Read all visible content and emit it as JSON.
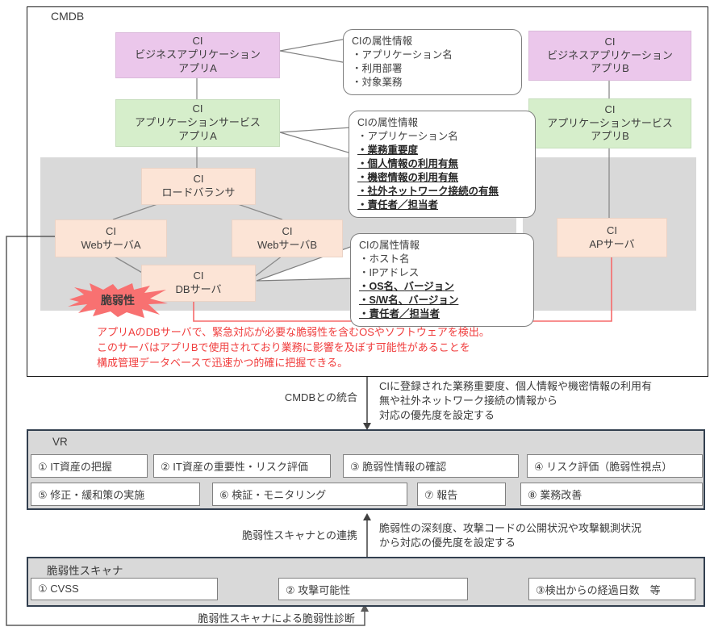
{
  "cmdb": {
    "label": "CMDB",
    "nodes": {
      "biz_app_a": "CI\nビジネスアプリケーション\nアプリA",
      "biz_app_b": "CI\nビジネスアプリケーション\nアプリB",
      "app_svc_a": "CI\nアプリケーションサービス\nアプリA",
      "app_svc_b": "CI\nアプリケーションサービス\nアプリB",
      "load_balancer": "CI\nロードバランサ",
      "web_server_a": "CI\nWebサーバA",
      "web_server_b": "CI\nWebサーバB",
      "db_server": "CI\nDBサーバ",
      "ap_server": "CI\nAPサーバ"
    },
    "callouts": [
      {
        "title": "CIの属性情報",
        "items": [
          "・アプリケーション名",
          "・利用部署",
          "・対象業務"
        ]
      },
      {
        "title": "CIの属性情報",
        "items": [
          "・アプリケーション名",
          "・業務重要度",
          "・個人情報の利用有無",
          "・機密情報の利用有無",
          "・社外ネットワーク接続の有無",
          "・責任者／担当者"
        ]
      },
      {
        "title": "CIの属性情報",
        "items": [
          "・ホスト名",
          "・IPアドレス",
          "・OS名、バージョン",
          "・S/W名、バージョン",
          "・責任者／担当者"
        ]
      }
    ],
    "starburst_label": "脆弱性",
    "alert_text": "アプリAのDBサーバで、緊急対応が必要な脆弱性を含むOSやソフトウェアを検出。\nこのサーバはアプリBで使用されており業務に影響を及ぼす可能性があることを\n構成管理データベースで迅速かつ的確に把握できる。"
  },
  "integration": {
    "label": "CMDBとの統合",
    "description": "CIに登録された業務重要度、個人情報や機密情報の利用有\n無や社外ネットワーク接続の情報から\n対応の優先度を設定する"
  },
  "vr": {
    "label": "VR",
    "items": [
      "① IT資産の把握",
      "② IT資産の重要性・リスク評価",
      "③ 脆弱性情報の確認",
      "④ リスク評価（脆弱性視点）",
      "⑤ 修正・緩和策の実施",
      "⑥ 検証・モニタリング",
      "⑦ 報告",
      "⑧ 業務改善"
    ]
  },
  "scanner_link": {
    "label": "脆弱性スキャナとの連携",
    "description": "脆弱性の深刻度、攻撃コードの公開状況や攻撃観測状況\nから対応の優先度を設定する"
  },
  "scanner": {
    "label": "脆弱性スキャナ",
    "items": [
      "① CVSS",
      "② 攻撃可能性",
      "③検出からの経過日数　等"
    ]
  },
  "bottom_label": "脆弱性スキャナによる脆弱性診断",
  "colors": {
    "pink": "#ebc7eb",
    "green": "#d6eecb",
    "peach": "#fce4d6",
    "gray_zone": "#d9d9d9",
    "panel_border": "#323f4f",
    "alert_red": "#f03c3c",
    "starburst_red": "#f87171",
    "connector_gray": "#8a8a8a"
  }
}
